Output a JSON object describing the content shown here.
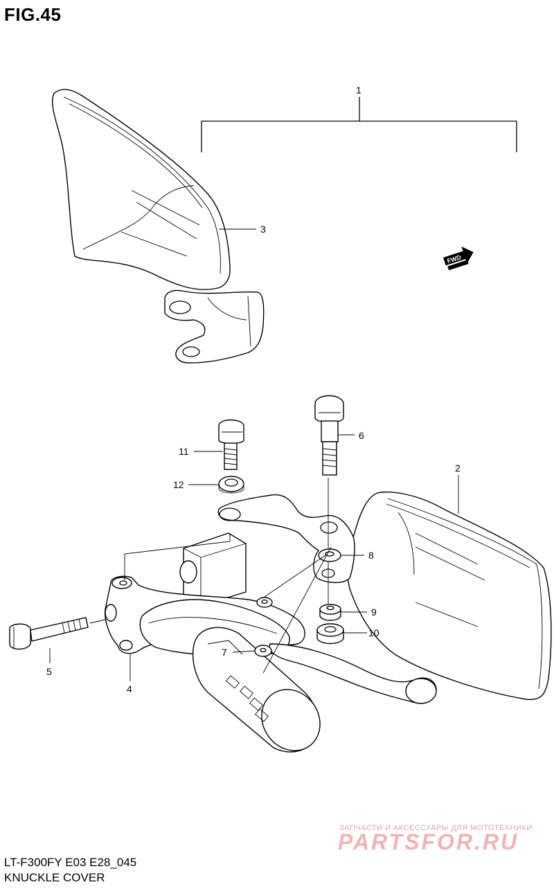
{
  "figure": {
    "title": "FIG.45",
    "model_code": "LT-F300FY E03 E28_045",
    "name": "KNUCKLE COVER"
  },
  "fwd_marker": {
    "label": "FWD"
  },
  "parts": [
    {
      "number": "1"
    },
    {
      "number": "2"
    },
    {
      "number": "3"
    },
    {
      "number": "4"
    },
    {
      "number": "5"
    },
    {
      "number": "6"
    },
    {
      "number": "7"
    },
    {
      "number": "8"
    },
    {
      "number": "9"
    },
    {
      "number": "10"
    },
    {
      "number": "11"
    },
    {
      "number": "12"
    }
  ],
  "watermark": {
    "subtitle": "ЗАПЧАСТИ И АКСЕССУАРЫ ДЛЯ МОТОТЕХНИКИ",
    "logo_text": "PARTSFOR.RU"
  }
}
